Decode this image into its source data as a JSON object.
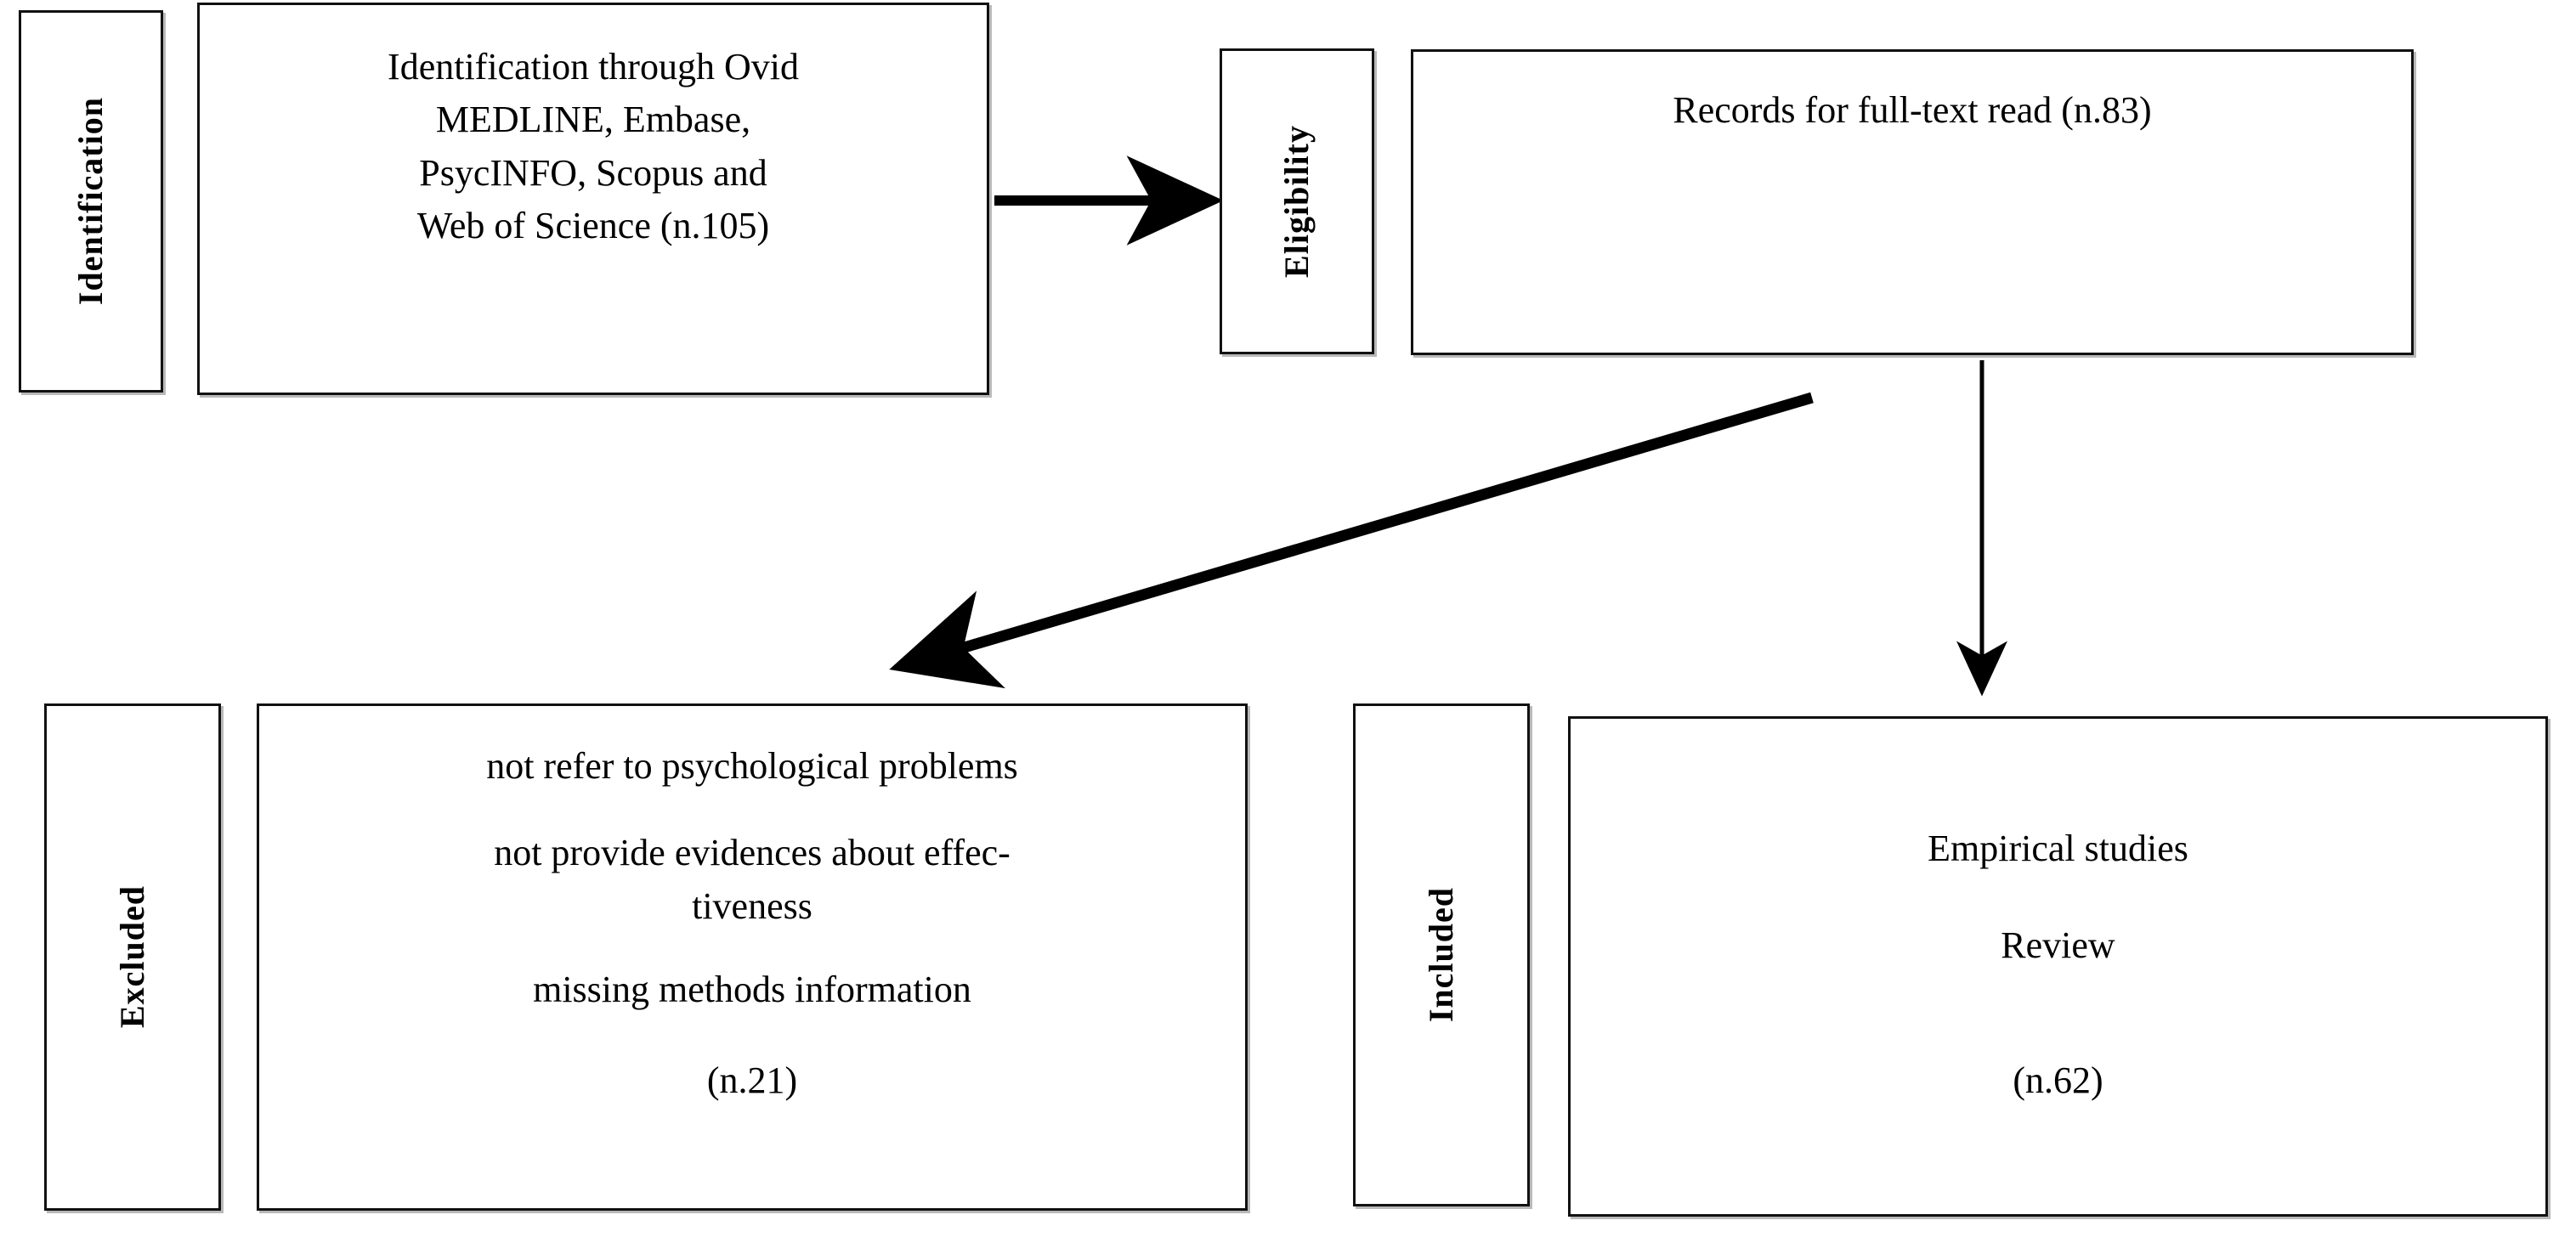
{
  "diagram": {
    "type": "prisma-flow-diagram",
    "stages": [
      {
        "key": "identification",
        "label": "Identification",
        "content": "Identification through Ovid\nMEDLINE, Embase,\nPsycINFO, Scopus and\nWeb of Science (n.105)",
        "count_label": "(n.105)",
        "count": 105
      },
      {
        "key": "eligibility",
        "label": "Eligibility",
        "content": "Records for full-text read (n.83)",
        "count_label": "(n.83)",
        "count": 83
      },
      {
        "key": "excluded",
        "label": "Excluded",
        "lines": [
          "not refer to psychological problems",
          "not provide evidences about effec-\ntiveness",
          "missing methods information",
          "(n.21)"
        ],
        "count_label": "(n.21)",
        "count": 21
      },
      {
        "key": "included",
        "label": "Included",
        "lines": [
          "Empirical studies",
          "Review",
          "(n.62)"
        ],
        "count_label": "(n.62)",
        "count": 62
      }
    ],
    "connectors": [
      {
        "name": "identification-to-eligibility",
        "style": "horizontal-arrow-right"
      },
      {
        "name": "eligibility-to-excluded",
        "style": "diagonal-arrow-down-left"
      },
      {
        "name": "eligibility-to-included",
        "style": "vertical-arrow-down"
      }
    ],
    "colors": {
      "border": "#111111",
      "text": "#000000",
      "background": "#ffffff",
      "shadow": "#808080",
      "arrow": "#000000"
    }
  }
}
